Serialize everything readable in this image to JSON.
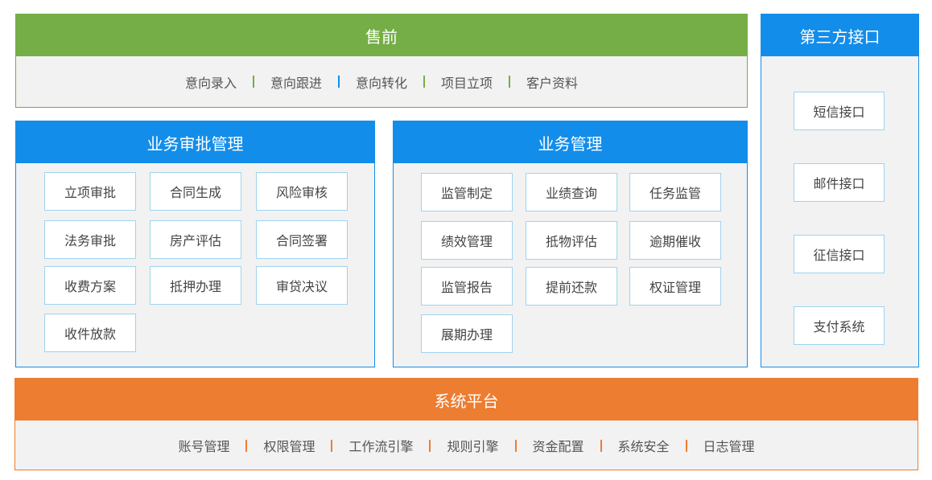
{
  "presales": {
    "title": "售前",
    "items": [
      "意向录入",
      "意向跟进",
      "意向转化",
      "项目立项",
      "客户资料"
    ]
  },
  "approval": {
    "title": "业务审批管理",
    "items": [
      "立项审批",
      "合同生成",
      "风险审核",
      "法务审批",
      "房产评估",
      "合同签署",
      "收费方案",
      "抵押办理",
      "审贷决议",
      "收件放款"
    ]
  },
  "business": {
    "title": "业务管理",
    "items": [
      "监管制定",
      "业绩查询",
      "任务监管",
      "绩效管理",
      "抵物评估",
      "逾期催收",
      "监管报告",
      "提前还款",
      "权证管理",
      "展期办理"
    ]
  },
  "thirdparty": {
    "title": "第三方接口",
    "items": [
      "短信接口",
      "邮件接口",
      "征信接口",
      "支付系统"
    ]
  },
  "platform": {
    "title": "系统平台",
    "items": [
      "账号管理",
      "权限管理",
      "工作流引擎",
      "规则引擎",
      "资金配置",
      "系统安全",
      "日志管理"
    ]
  },
  "colors": {
    "green": "#75ad46",
    "blue": "#138dea",
    "orange": "#ed7d31",
    "box_border": "#9fd3ee",
    "panel_bg": "#f2f2f2"
  }
}
